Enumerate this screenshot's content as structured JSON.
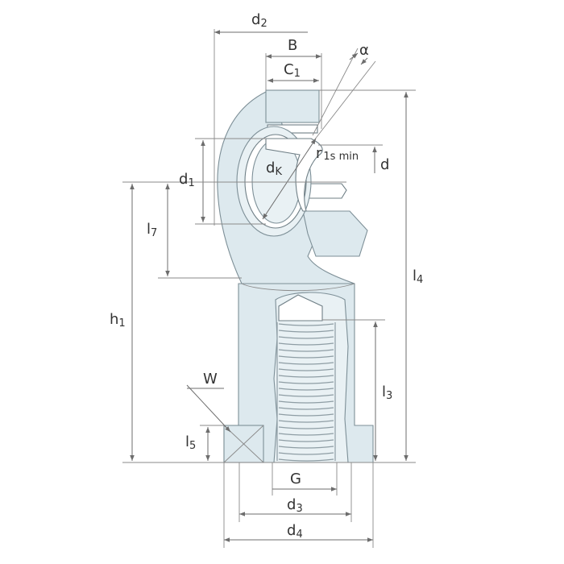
{
  "labels": {
    "d2": {
      "main": "d",
      "sub": "2"
    },
    "B": {
      "main": "B"
    },
    "C1": {
      "main": "C",
      "sub": "1"
    },
    "alpha": {
      "main": "α"
    },
    "dK": {
      "main": "d",
      "sub": "K"
    },
    "r1smin": {
      "main": "r",
      "sub": "1s min"
    },
    "d": {
      "main": "d"
    },
    "d1": {
      "main": "d",
      "sub": "1"
    },
    "l7": {
      "main": "l",
      "sub": "7"
    },
    "l4": {
      "main": "l",
      "sub": "4"
    },
    "h1": {
      "main": "h",
      "sub": "1"
    },
    "W": {
      "main": "W"
    },
    "l3": {
      "main": "l",
      "sub": "3"
    },
    "l5": {
      "main": "l",
      "sub": "5"
    },
    "G": {
      "main": "G"
    },
    "d3": {
      "main": "d",
      "sub": "3"
    },
    "d4": {
      "main": "d",
      "sub": "4"
    }
  },
  "colors": {
    "body_fill": "#dde9ee",
    "outline": "#7d8f97",
    "dimension_line": "#6d6d6d",
    "label_text": "#333333"
  }
}
